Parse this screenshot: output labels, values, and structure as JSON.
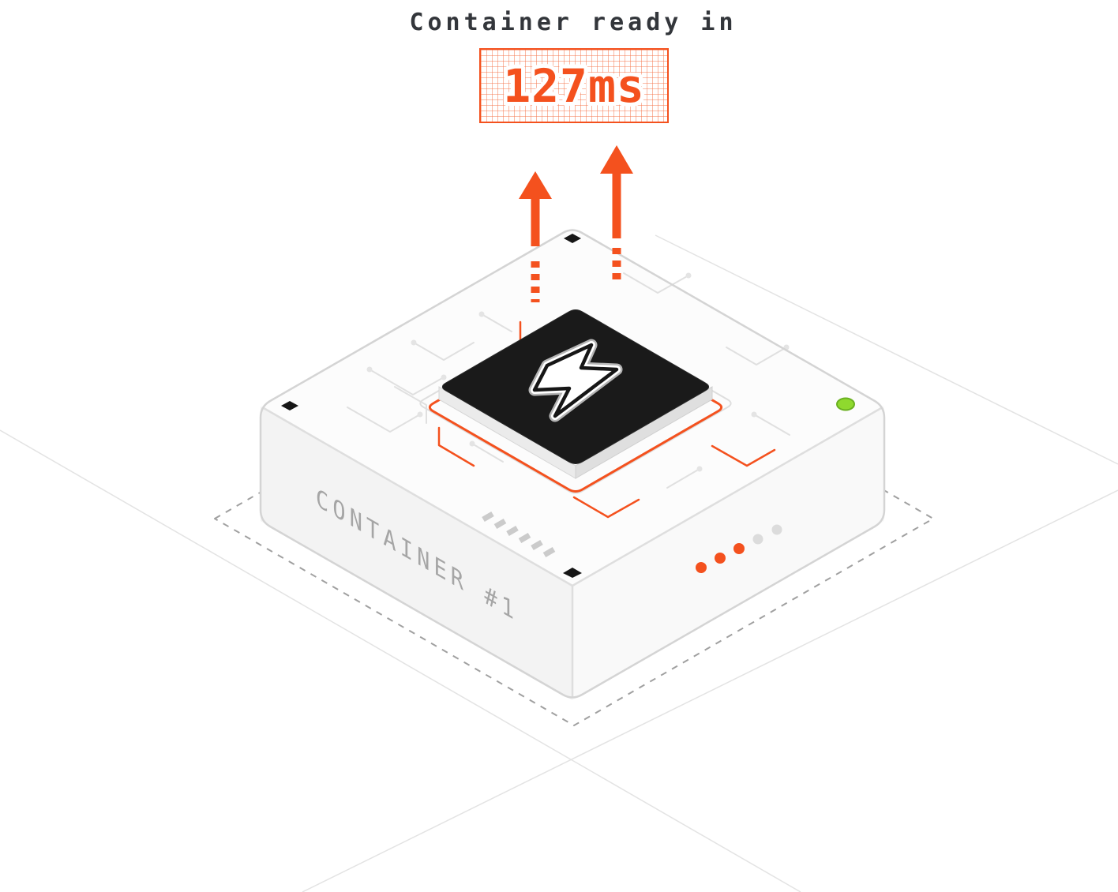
{
  "header": {
    "title": "Container ready in"
  },
  "latency_badge": {
    "value": "127ms"
  },
  "container_box": {
    "label": "CONTAINER #1",
    "status_dots": [
      "#F4511E",
      "#F4511E",
      "#F4511E",
      "#DCDCDC",
      "#DCDCDC"
    ],
    "led_color": "#8FD92E"
  },
  "colors": {
    "accent": "#F4511E",
    "chip": "#1A1A1A",
    "title_text": "#33363B",
    "container_label": "#A5A5A5"
  },
  "icons": {
    "chip_logo": "lightning-bolt-icon",
    "arrows": "up-arrow-icon",
    "led": "status-led-icon"
  }
}
